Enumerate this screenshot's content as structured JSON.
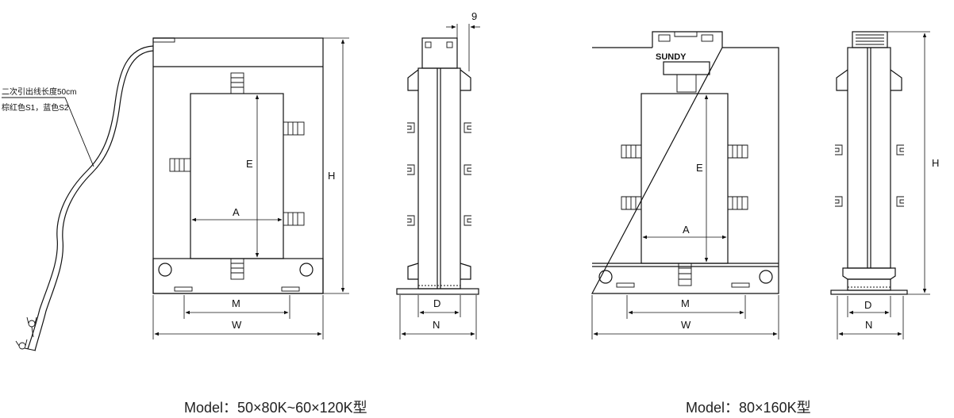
{
  "left_drawing": {
    "cable_note_line1": "二次引出线长度50cm",
    "cable_note_line2": "棕红色S1，蓝色S2",
    "dim_labels": {
      "A": "A",
      "E": "E",
      "H": "H",
      "M": "M",
      "W": "W",
      "D": "D",
      "N": "N",
      "gap": "9"
    },
    "caption": "Model：50×80K~60×120K型"
  },
  "right_drawing": {
    "brand": "SUNDY",
    "dim_labels": {
      "A": "A",
      "E": "E",
      "H": "H",
      "M": "M",
      "W": "W",
      "D": "D",
      "N": "N"
    },
    "caption": "Model：80×160K型"
  }
}
